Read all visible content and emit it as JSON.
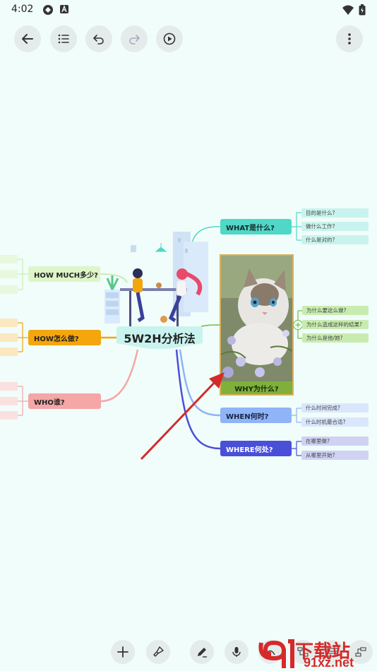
{
  "status": {
    "time": "4:02"
  },
  "mindmap": {
    "center": {
      "title": "5W2H分析法"
    },
    "branches": {
      "what": {
        "label": "WHAT是什么?",
        "leaves": [
          "目的是什么?",
          "做什么工作?",
          "什么是对的?"
        ]
      },
      "why": {
        "label": "WHY为什么?",
        "leaves": [
          "为什么要这么做?",
          "为什么造成这样的结果?",
          "为什么是他/她?"
        ]
      },
      "when": {
        "label": "WHEN何时?",
        "leaves": [
          "什么时间完成?",
          "什么时机最合适?"
        ]
      },
      "where": {
        "label": "WHERE何处?",
        "leaves": [
          "在哪里做?",
          "从哪里开始?"
        ]
      },
      "howmuch": {
        "label": "HOW MUCH多少?"
      },
      "how": {
        "label": "HOW怎么做?"
      },
      "who": {
        "label": "WHO谁?"
      }
    }
  },
  "watermark": {
    "brand": "下载站",
    "url": "91xz.net"
  },
  "colors": {
    "what": "#4fd8c8",
    "why": "#6fbd3b",
    "when": "#8fb4f7",
    "where": "#4a4fd8",
    "howmuch": "#ddf5c8",
    "how": "#f4a60c",
    "who": "#f5a6a6"
  }
}
